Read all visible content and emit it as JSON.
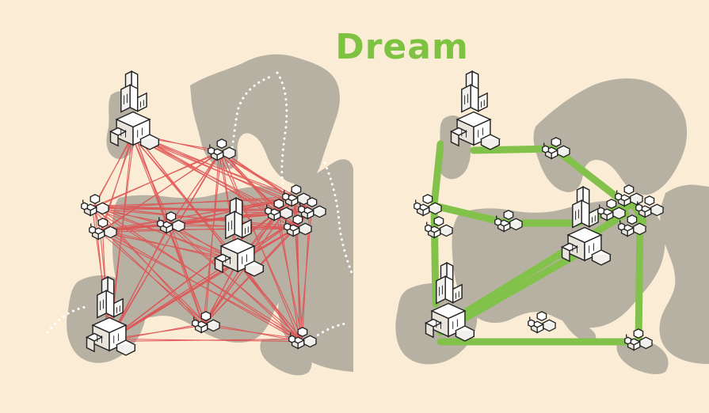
{
  "title": "Dream",
  "colors": {
    "background": "#fbecd6",
    "land": "#b7b1a4",
    "border_dots": "#ffffff",
    "mesh_lines": "#e05050",
    "route_lines": "#82c24a",
    "title": "#7ec242"
  },
  "panels": [
    {
      "name": "current-network",
      "description_visible": false
    },
    {
      "name": "dream-network",
      "description_visible": false
    }
  ],
  "icons": {
    "large_city": "skyscraper-cluster-icon",
    "small_city": "house-cluster-icon"
  }
}
